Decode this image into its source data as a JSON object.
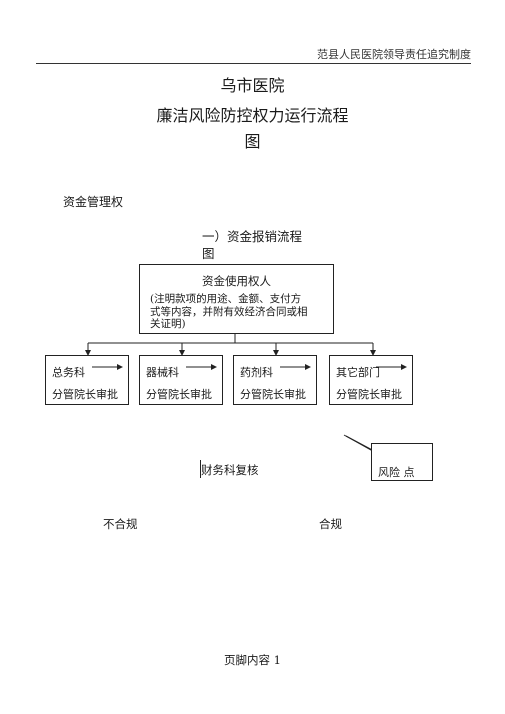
{
  "header": {
    "text": "范县人民医院领导责任追究制度"
  },
  "title": {
    "line1": "乌市医院",
    "line2": "廉洁风险防控权力运行流程",
    "line3": "图"
  },
  "section_label": "资金管理权",
  "subtitle": {
    "line1": "一）资金报销流程",
    "line2": "图"
  },
  "flow": {
    "main_box": {
      "title": "资金使用权人",
      "note_l1": "(注明款项的用途、金额、支付方",
      "note_l2": "式等内容，并附有效经济合同或相",
      "note_l3": "关证明)"
    },
    "departments": [
      {
        "name": "总务科",
        "approval": "分管院长审批"
      },
      {
        "name": "器械科",
        "approval": "分管院长审批"
      },
      {
        "name": "药剂科",
        "approval": "分管院长审批"
      },
      {
        "name": "其它部门",
        "approval": "分管院长审批"
      }
    ],
    "finance_review": "财务科复核",
    "risk_point": "风险 点",
    "non_compliant": "不合规",
    "compliant": "合规"
  },
  "footer": {
    "text": "页脚内容  1"
  }
}
